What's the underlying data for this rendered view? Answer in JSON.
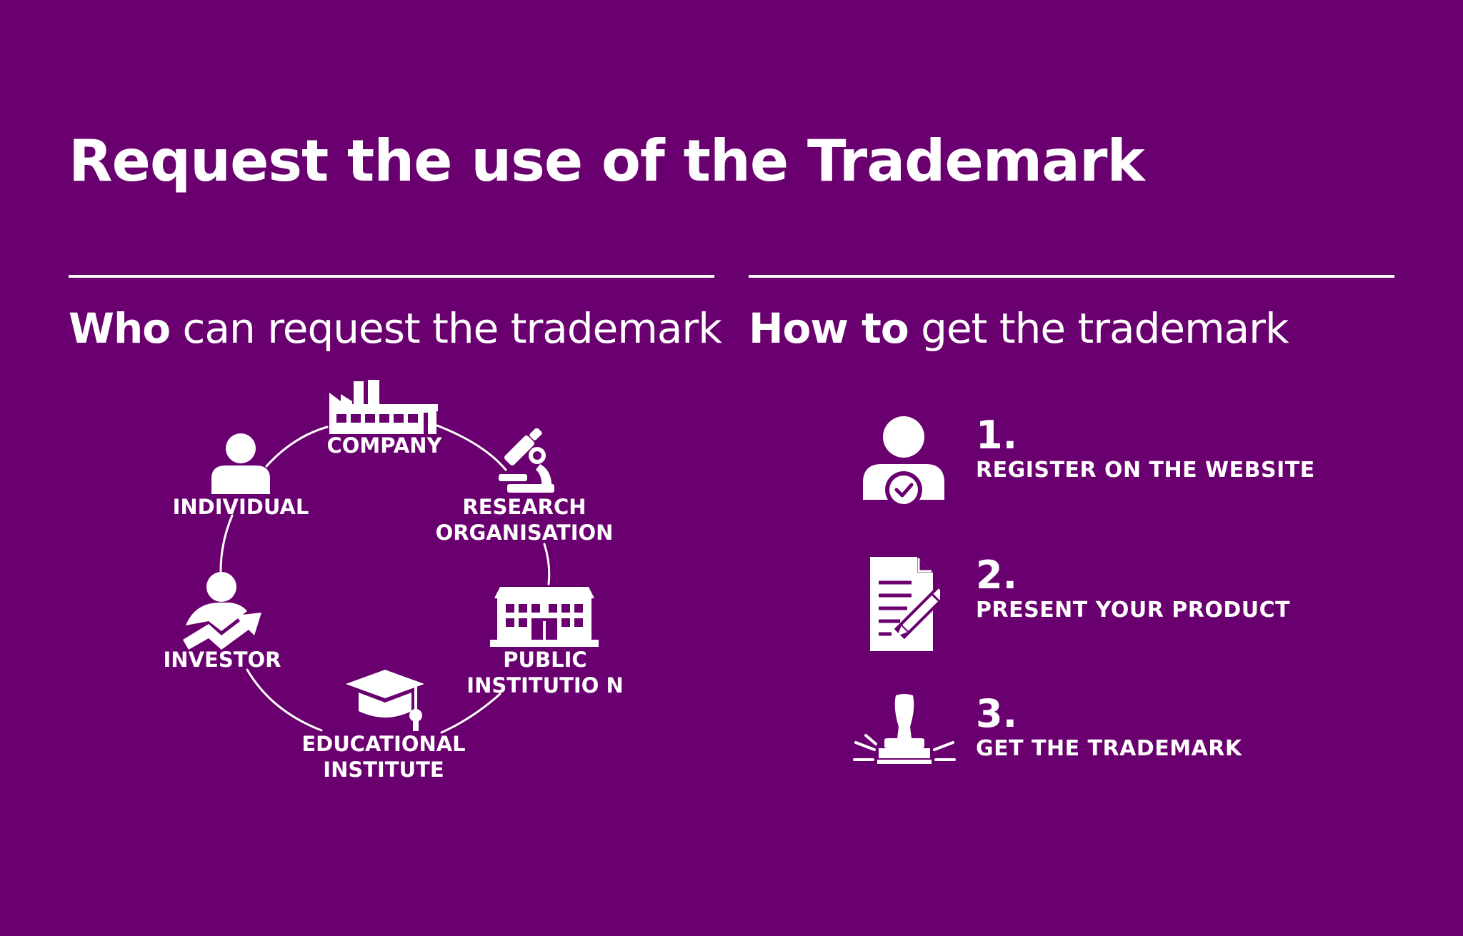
{
  "title": "Request the use of the Trademark",
  "who": {
    "bold": "Who",
    "rest": " can request the trademark",
    "nodes": {
      "company": [
        "COMPANY"
      ],
      "research": [
        "RESEARCH",
        "ORGANISATION"
      ],
      "public": [
        "PUBLIC",
        "INSTITUTIO N"
      ],
      "educational": [
        "EDUCATIONAL",
        "INSTITUTE"
      ],
      "investor": [
        "INVESTOR"
      ],
      "individual": [
        "INDIVIDUAL"
      ]
    }
  },
  "how": {
    "bold": "How to",
    "rest": " get the trademark",
    "steps": [
      {
        "number": "1.",
        "text": "REGISTER ON THE WEBSITE",
        "icon": "user-check-icon"
      },
      {
        "number": "2.",
        "text": "PRESENT YOUR PRODUCT",
        "icon": "document-pen-icon"
      },
      {
        "number": "3.",
        "text": "GET THE TRADEMARK",
        "icon": "stamp-icon"
      }
    ]
  },
  "colors": {
    "background": "#6a006f",
    "foreground": "#ffffff"
  }
}
